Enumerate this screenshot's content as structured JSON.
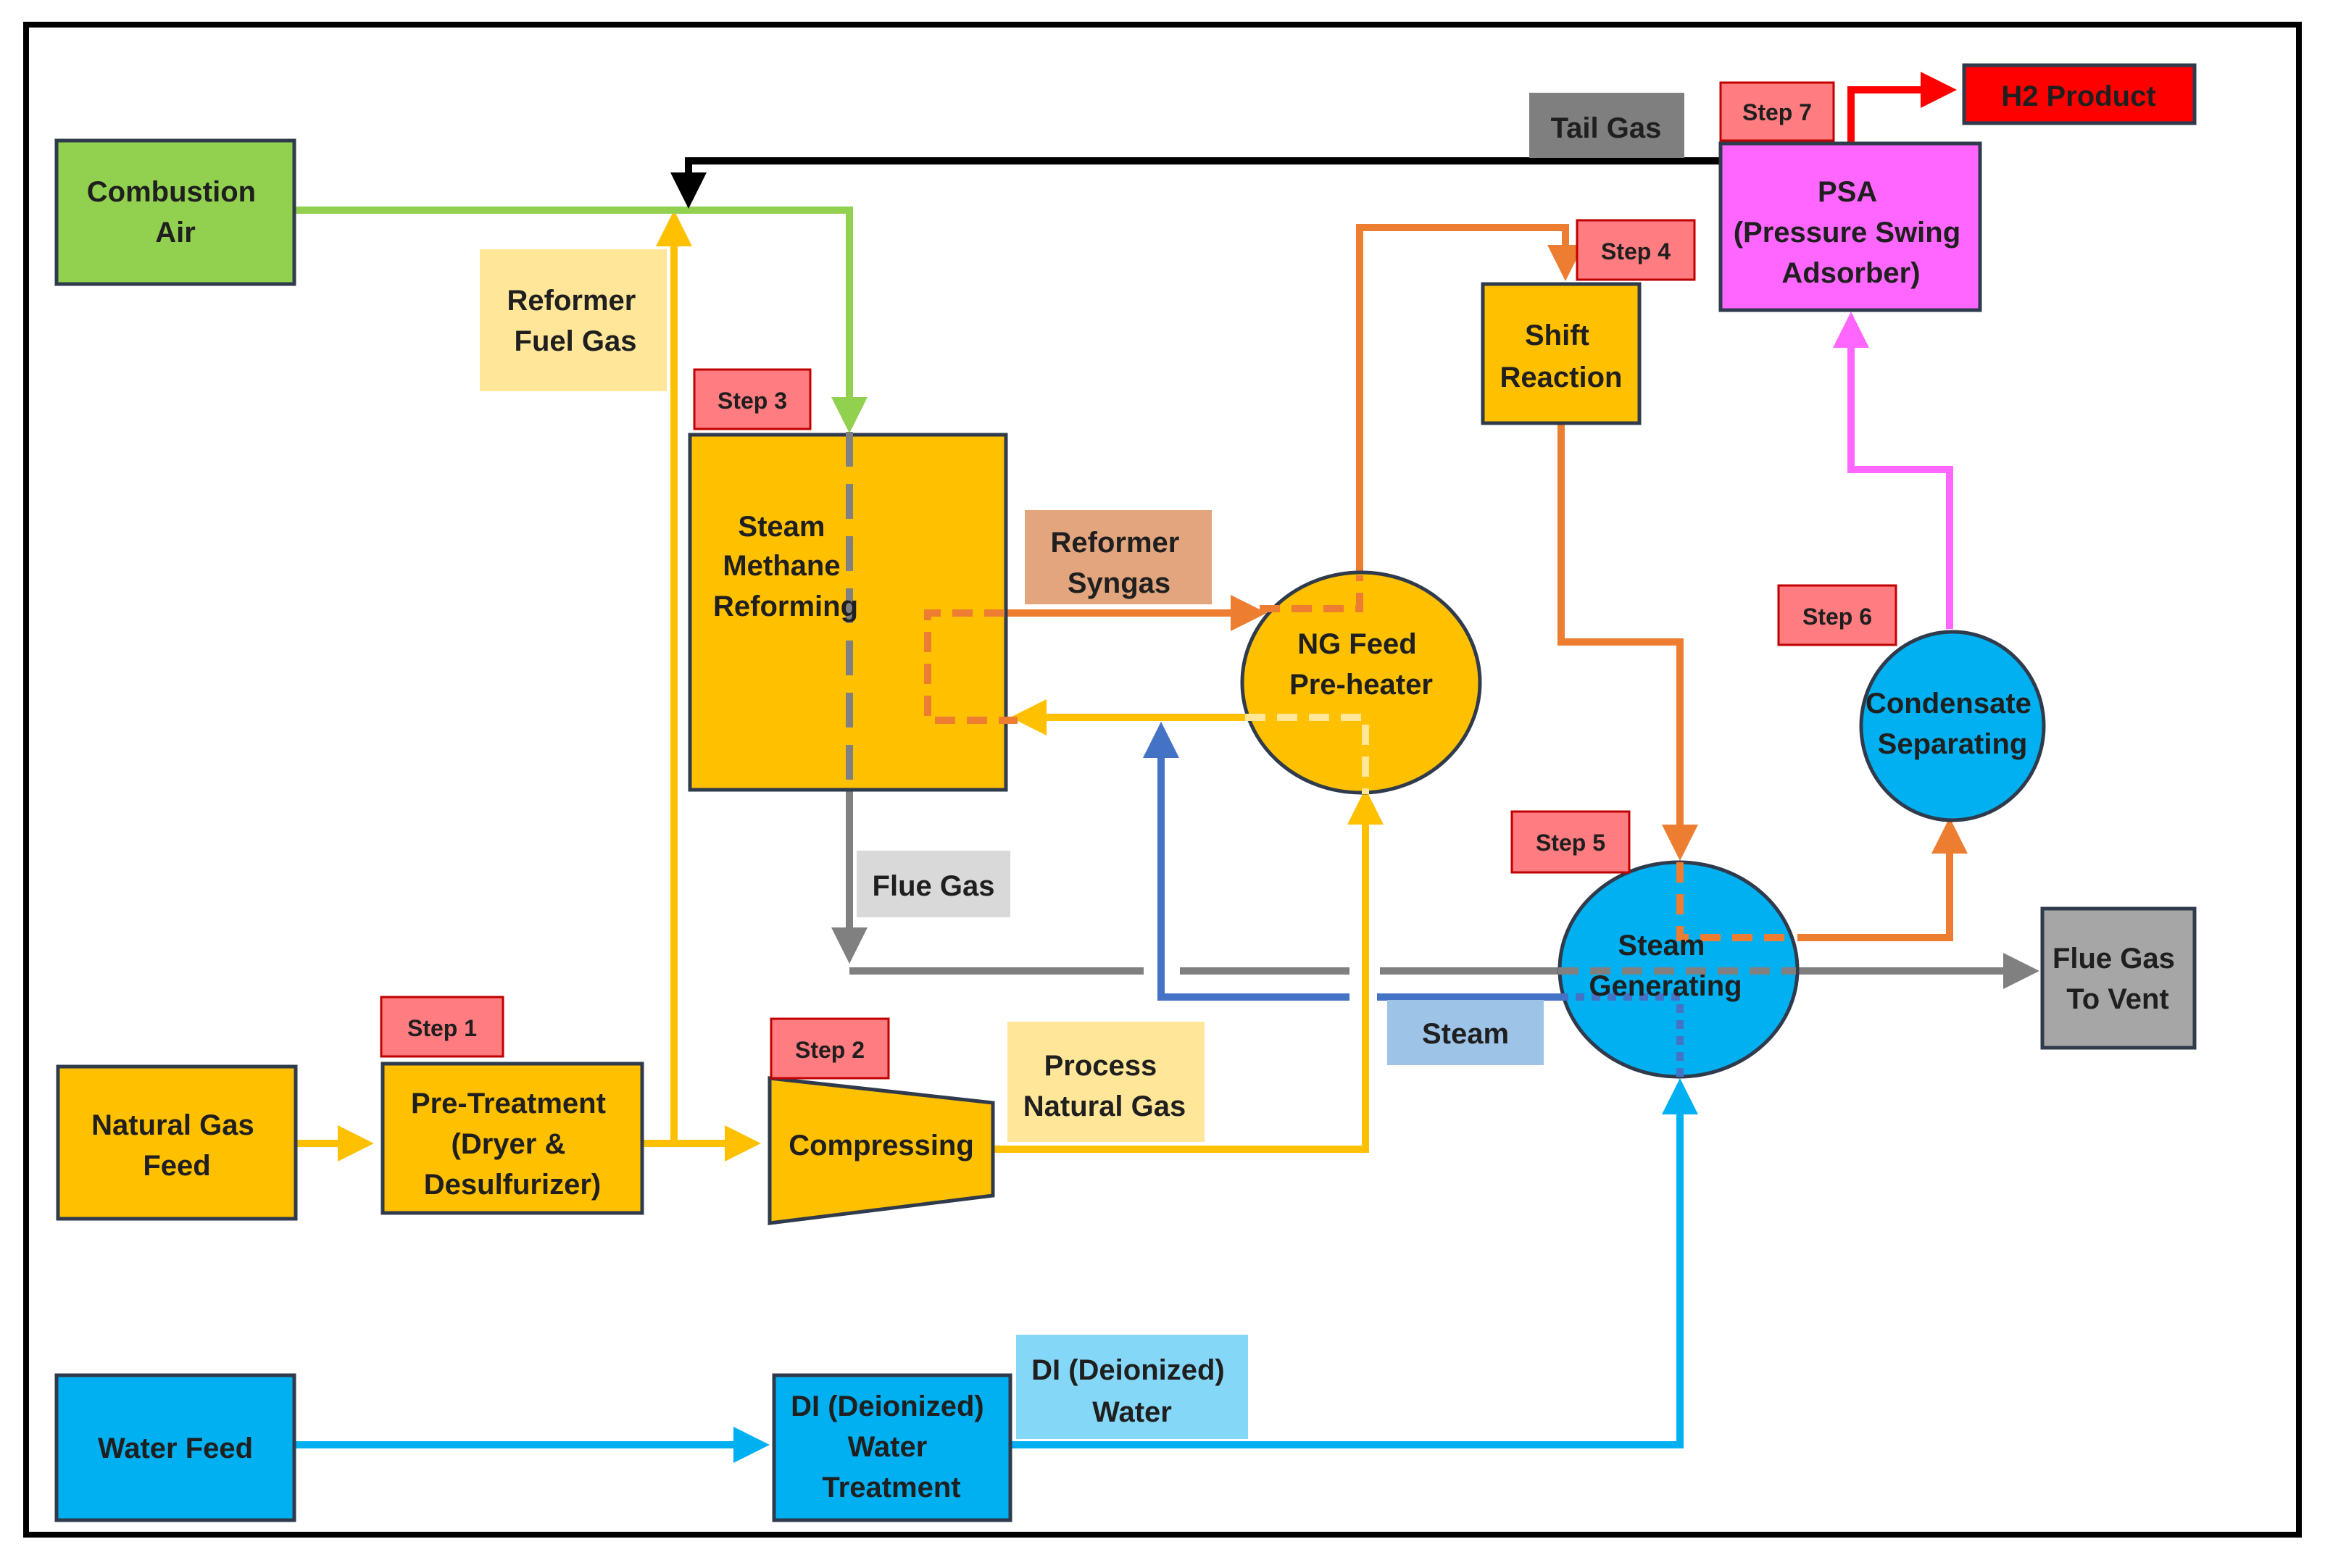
{
  "colors": {
    "yellow": "#FFC000",
    "light_yellow": "#FFE699",
    "green": "#92D050",
    "blue": "#00B0F0",
    "light_blue": "#84D7F7",
    "steel_blue": "#9DC3E6",
    "grey": "#A6A6A6",
    "light_grey": "#D9D9D9",
    "dark_grey": "#7F7F7F",
    "orange": "#ED7D31",
    "tan": "#E2A57E",
    "magenta": "#FF66FF",
    "red": "#FF0000",
    "step_red": "#FF7C80",
    "line_blue": "#4472C4",
    "black": "#000000"
  },
  "nodes": {
    "combustion_air": [
      "Combustion",
      "Air"
    ],
    "natural_gas_feed": [
      "Natural Gas",
      "Feed"
    ],
    "water_feed": [
      "Water Feed"
    ],
    "pre_treatment": [
      "Pre-Treatment",
      "(Dryer &",
      "Desulfurizer)"
    ],
    "compressing": [
      "Compressing"
    ],
    "smr": [
      "Steam",
      "Methane",
      "Reforming"
    ],
    "ng_preheater": [
      "NG Feed",
      "Pre-heater"
    ],
    "shift_reaction": [
      "Shift",
      "Reaction"
    ],
    "psa": [
      "PSA",
      "(Pressure Swing",
      "Adsorber)"
    ],
    "condensate": [
      "Condensate",
      "Separating"
    ],
    "steam_generating": [
      "Steam",
      "Generating"
    ],
    "flue_vent": [
      "Flue Gas",
      "To Vent"
    ],
    "di_treatment": [
      "DI (Deionized)",
      "Water",
      "Treatment"
    ],
    "h2_product": [
      "H2 Product"
    ]
  },
  "labels": {
    "reformer_fuel_gas": [
      "Reformer",
      "Fuel Gas"
    ],
    "reformer_syngas": [
      "Reformer",
      "Syngas"
    ],
    "flue_gas": [
      "Flue Gas"
    ],
    "process_natural_gas": [
      "Process",
      "Natural Gas"
    ],
    "steam": [
      "Steam"
    ],
    "di_water": [
      "DI (Deionized)",
      "Water"
    ],
    "tail_gas": [
      "Tail Gas"
    ]
  },
  "steps": {
    "step1": "Step 1",
    "step2": "Step 2",
    "step3": "Step 3",
    "step4": "Step 4",
    "step5": "Step 5",
    "step6": "Step 6",
    "step7": "Step 7"
  }
}
